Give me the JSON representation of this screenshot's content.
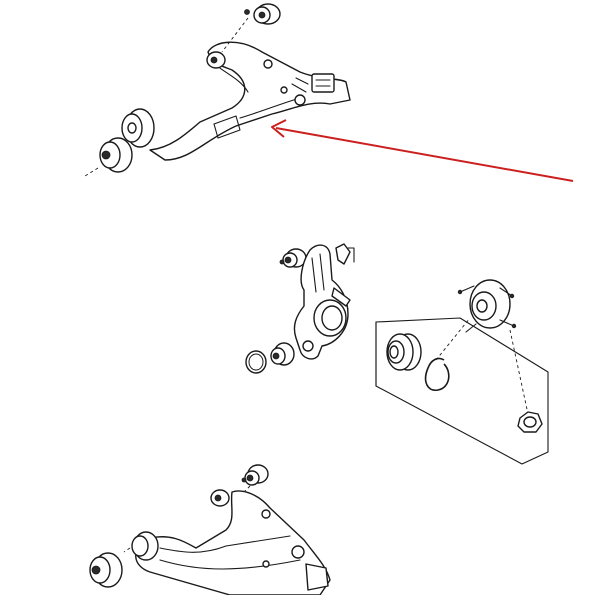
{
  "diagram": {
    "arrow_color": "#cc1f1f",
    "line_color": "#1a1a1a",
    "reference_code": "",
    "assemblies": [
      {
        "name": "upper-control-arm",
        "highlighted": true
      },
      {
        "name": "hub-carrier-assembly",
        "highlighted": false
      },
      {
        "name": "lower-control-arm",
        "highlighted": false
      }
    ]
  }
}
